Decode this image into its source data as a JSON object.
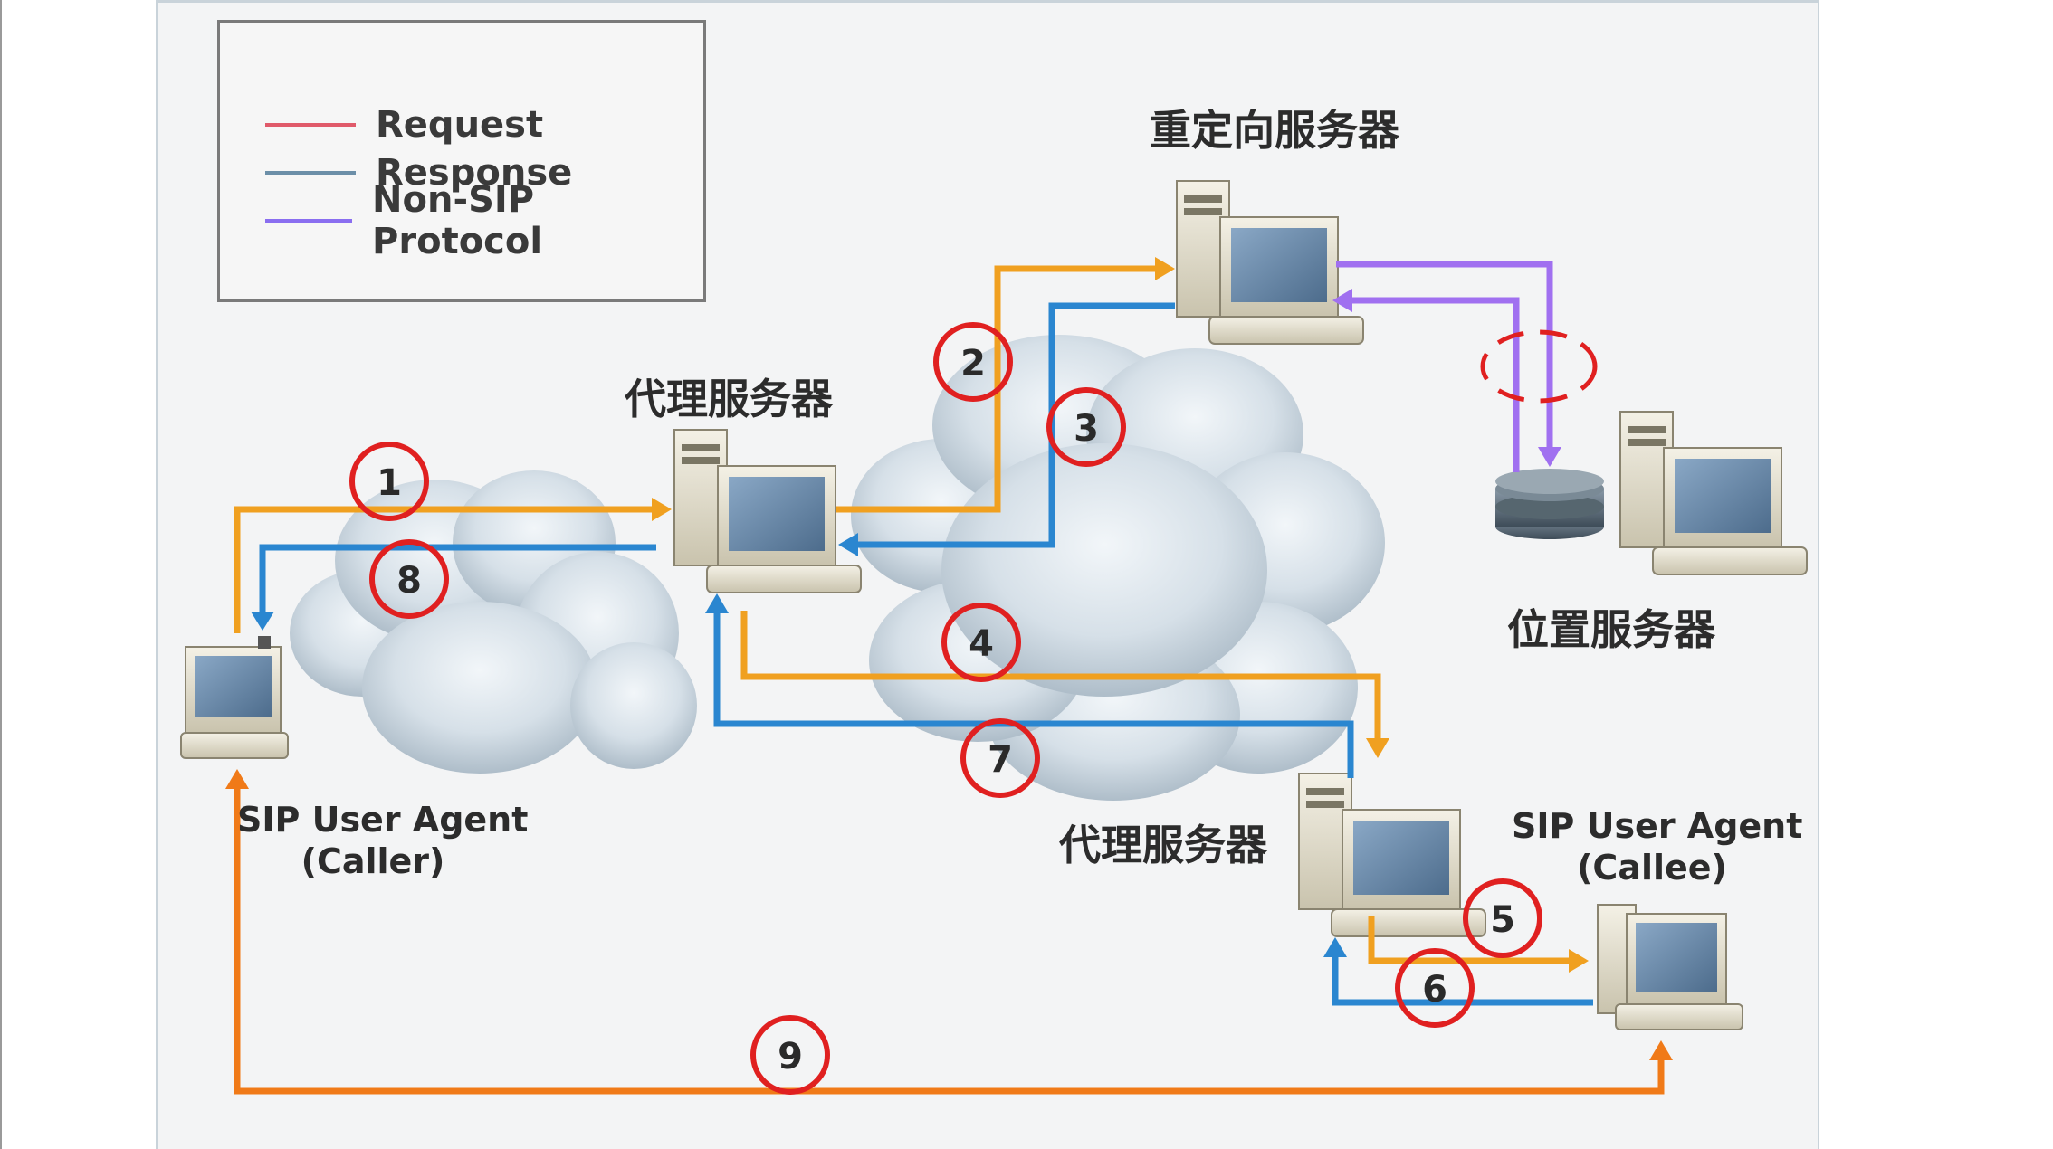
{
  "legend": {
    "items": [
      {
        "label": "Request",
        "color": "#e05a6a"
      },
      {
        "label": "Response",
        "color": "#6c8fa8"
      },
      {
        "label": "Non-SIP Protocol",
        "color": "#8a6ef0"
      }
    ]
  },
  "nodes": {
    "redirect_server": "重定向服务器",
    "proxy_server_1": "代理服务器",
    "proxy_server_2": "代理服务器",
    "location_server": "位置服务器",
    "caller": {
      "line1": "SIP User Agent",
      "line2": "(Caller)"
    },
    "callee": {
      "line1": "SIP User Agent",
      "line2": "(Callee)"
    }
  },
  "steps": [
    "1",
    "2",
    "3",
    "4",
    "5",
    "6",
    "7",
    "8",
    "9"
  ],
  "colors": {
    "request": "#f0a020",
    "response": "#2a86d0",
    "non_sip": "#a070f0",
    "media": "#f07a18",
    "marker": "#e02020"
  }
}
